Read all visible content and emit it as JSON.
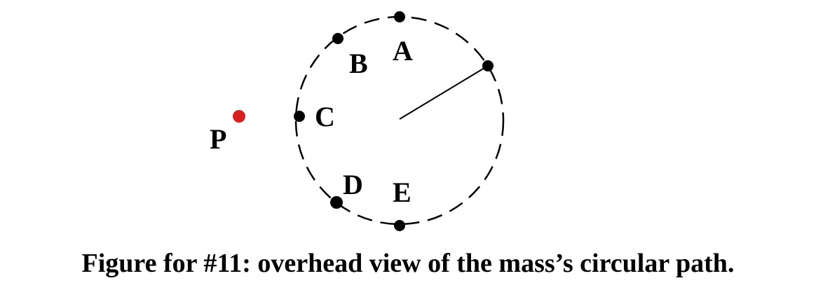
{
  "top_text_fragment": "… … … … … … … … … … … … … … … … … …",
  "labels": {
    "A": "A",
    "B": "B",
    "C": "C",
    "D": "D",
    "E": "E",
    "P": "P"
  },
  "caption": "Figure for #11: overhead view of the mass’s circular path.",
  "colors": {
    "path": "#000000",
    "point": "#000000",
    "point_p": "#d62020"
  }
}
